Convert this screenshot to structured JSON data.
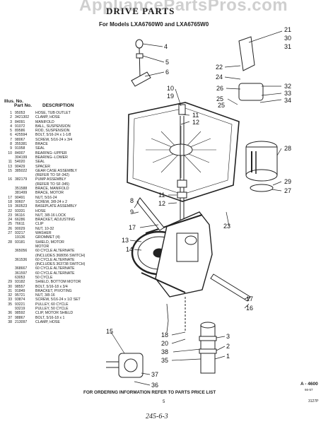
{
  "watermark": "AppliancePartsPros.com",
  "header": {
    "title": "DRIVE PARTS",
    "subtitle": "For Models LXA6760W0 and LXA6765W0"
  },
  "columns": {
    "illus_no": "Illus. No.",
    "part_no": "Part No.",
    "description": "DESCRIPTION"
  },
  "parts": [
    [
      "1",
      "95053",
      "HOSE, TUB OUTLET"
    ],
    [
      "2",
      "3421302",
      "CLAMP, HOSE"
    ],
    [
      "3",
      "84091",
      "MANIFOLD"
    ],
    [
      "4",
      "91072",
      "BALL, SUSPENSION"
    ],
    [
      "5",
      "89586",
      "ROD, SUSPENSION"
    ],
    [
      "6",
      "425594",
      "BOLT, 5/16-24 x 1-1/8"
    ],
    [
      "7",
      "98067",
      "SCREW, 5/16-24 x 3/4"
    ],
    [
      "8",
      "355381",
      "BRACE"
    ],
    [
      "9",
      "91958",
      "SEAL"
    ],
    [
      "10",
      "84007",
      "BEARING--UPPER"
    ],
    [
      "",
      "304199",
      "BEARING--LOWER"
    ],
    [
      "11",
      "54020",
      "SEAL"
    ],
    [
      "13",
      "90429",
      "SPACER"
    ],
    [
      "15",
      "385022",
      "GEAR CASE ASSEMBLY"
    ],
    [
      "",
      "",
      "(REFER TO SF-342)"
    ],
    [
      "16",
      "382179",
      "PUMP ASSEMBLY"
    ],
    [
      "",
      "",
      "(REFER TO SF-345)"
    ],
    [
      "",
      "351588",
      "BRACE, MANIFOLD"
    ],
    [
      "",
      "381499",
      "BRACE, MOTOR"
    ],
    [
      "17",
      "90491",
      "NUT, 5/16-24"
    ],
    [
      "18",
      "90607",
      "SCREW, 3/8-24 x 2"
    ],
    [
      "19",
      "360523",
      "BASEPLATE ASSEMBLY"
    ],
    [
      "22",
      "93331",
      "HOSE"
    ],
    [
      "23",
      "96116",
      "NUT, 3/8-16 LOCK"
    ],
    [
      "24",
      "66286",
      "BRACKET, ADJUSTING"
    ],
    [
      "25",
      "76611",
      "CLIP"
    ],
    [
      "26",
      "90029",
      "NUT, 10-32"
    ],
    [
      "27",
      "93217",
      "WASHER"
    ],
    [
      "",
      "19136",
      "GROMMET (4)"
    ],
    [
      "28",
      "93181",
      "SHIELD, MOTOR"
    ],
    [
      "",
      "",
      "MOTOR"
    ],
    [
      "",
      "365056",
      "60 CYCLE ALTERNATE"
    ],
    [
      "",
      "",
      "(INCLUDES 368056 SWITCH)"
    ],
    [
      "",
      "361536",
      "60 CYCLE ALTERNATE"
    ],
    [
      "",
      "",
      "(INCLUDES 363738 SWITCH)"
    ],
    [
      "",
      "368667",
      "60 CYCLE ALTERNATE"
    ],
    [
      "",
      "361597",
      "60 CYCLE ALTERNATE"
    ],
    [
      "",
      "63053",
      "50 CYCLE"
    ],
    [
      "29",
      "93182",
      "SHIELD, BOTTOM MOTOR"
    ],
    [
      "30",
      "98557",
      "BOLT, 5/16-18 x 3/4"
    ],
    [
      "31",
      "91849",
      "BRACKET, PIVOTING"
    ],
    [
      "32",
      "95721",
      "NUT, 3/8-16"
    ],
    [
      "33",
      "93874",
      "SCREW, 5/16-24 x 1/2 SET"
    ],
    [
      "35",
      "93221",
      "PULLEY, 60 CYCLE"
    ],
    [
      "",
      "93219",
      "PULLEY, 50 CYCLE"
    ],
    [
      "36",
      "98592",
      "CLIP, MOTOR SHIELD"
    ],
    [
      "37",
      "98867",
      "BOLT, 5/16-18 x 1"
    ],
    [
      "38",
      "213097",
      "CLAMP, HOSE"
    ]
  ],
  "callouts": [
    {
      "n": "4"
    },
    {
      "n": "5"
    },
    {
      "n": "6"
    },
    {
      "n": "10"
    },
    {
      "n": "19"
    },
    {
      "n": "11"
    },
    {
      "n": "12"
    },
    {
      "n": "21"
    },
    {
      "n": "30"
    },
    {
      "n": "31"
    },
    {
      "n": "22"
    },
    {
      "n": "24"
    },
    {
      "n": "26"
    },
    {
      "n": "25"
    },
    {
      "n": "32"
    },
    {
      "n": "33"
    },
    {
      "n": "34"
    },
    {
      "n": "28"
    },
    {
      "n": "29"
    },
    {
      "n": "27"
    },
    {
      "n": "8"
    },
    {
      "n": "9"
    },
    {
      "n": "17"
    },
    {
      "n": "11"
    },
    {
      "n": "12"
    },
    {
      "n": "23"
    },
    {
      "n": "13"
    },
    {
      "n": "14"
    },
    {
      "n": "17"
    },
    {
      "n": "16"
    },
    {
      "n": "18"
    },
    {
      "n": "20"
    },
    {
      "n": "38"
    },
    {
      "n": "3"
    },
    {
      "n": "2"
    },
    {
      "n": "1"
    },
    {
      "n": "15"
    },
    {
      "n": "37"
    },
    {
      "n": "35"
    },
    {
      "n": "36"
    },
    {
      "n": "25"
    }
  ],
  "figure_code": "A - 4600",
  "figure_code_small": "66-57",
  "footer": "FOR ORDERING INFORMATION REFER TO PARTS PRICE LIST",
  "page_number": "5",
  "handwritten_note": "245-6-3",
  "corner_code": "3127P"
}
